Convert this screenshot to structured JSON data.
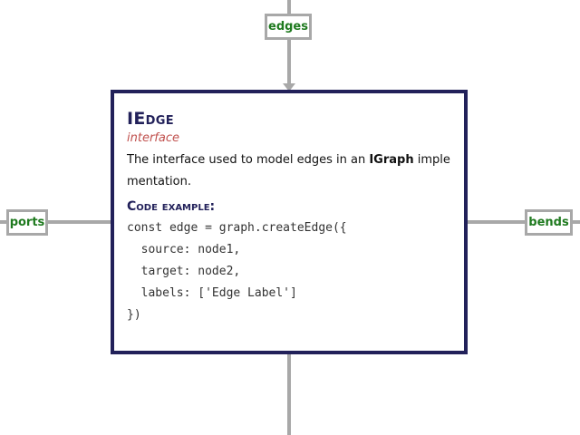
{
  "edge_labels": {
    "top": "edges",
    "left": "ports",
    "right": "bends"
  },
  "node": {
    "title": "IEdge",
    "type": "interface",
    "description_before": "The interface used to model edges in an ",
    "description_bold": "IGraph",
    "description_after": " implementation.",
    "code_heading": "Code example:",
    "code_lines": [
      "const edge = graph.createEdge({",
      "  source: node1,",
      "  target: node2,",
      "  labels: ['Edge Label']",
      "})"
    ]
  },
  "colors": {
    "node_border": "#22215a",
    "title": "#22215a",
    "type": "#c0504d",
    "edge_label_text": "#1f7a1f",
    "edge_line": "#a8a8a8"
  }
}
